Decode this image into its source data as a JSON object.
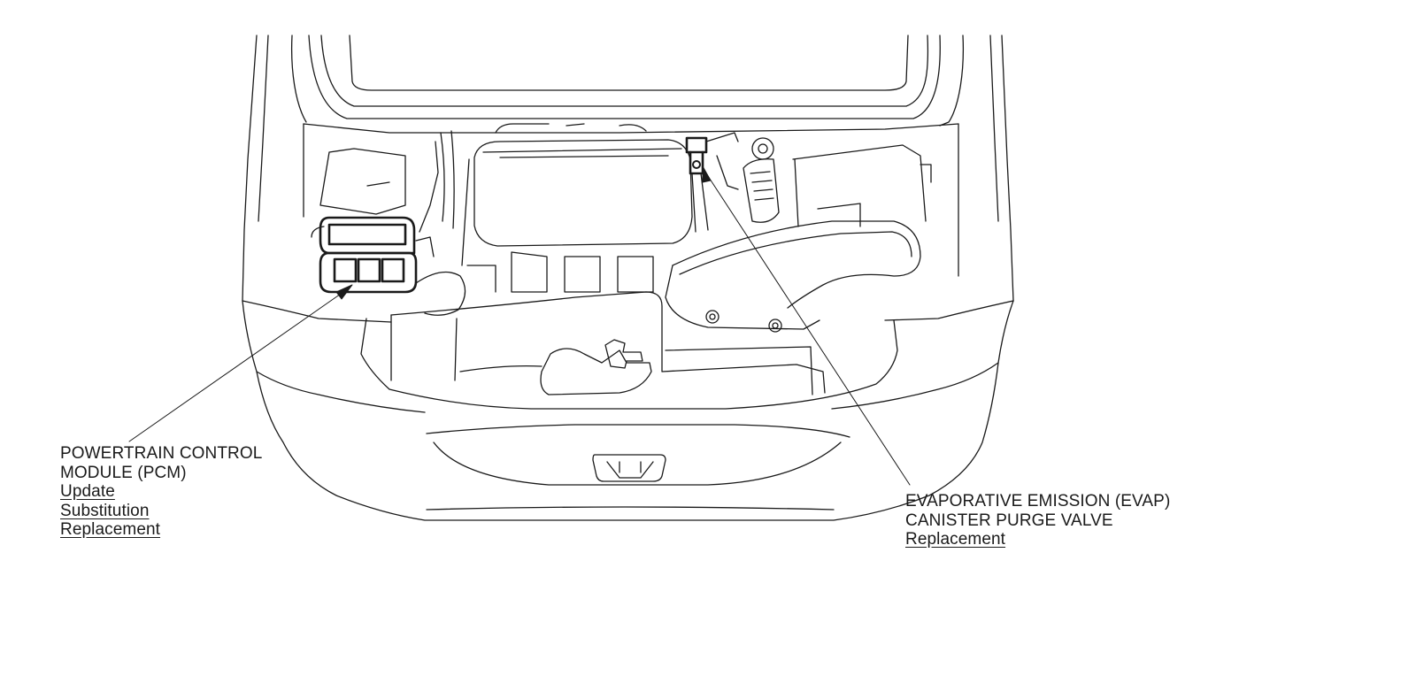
{
  "callouts": {
    "pcm": {
      "name_lines": [
        "POWERTRAIN CONTROL",
        "MODULE (PCM)"
      ],
      "links": [
        "Update",
        "Substitution",
        "Replacement"
      ]
    },
    "evap": {
      "name_lines": [
        "EVAPORATIVE EMISSION (EVAP)",
        "CANISTER PURGE VALVE"
      ],
      "links": [
        "Replacement"
      ]
    }
  },
  "colors": {
    "line": "#1a1a1a",
    "background": "#ffffff"
  }
}
